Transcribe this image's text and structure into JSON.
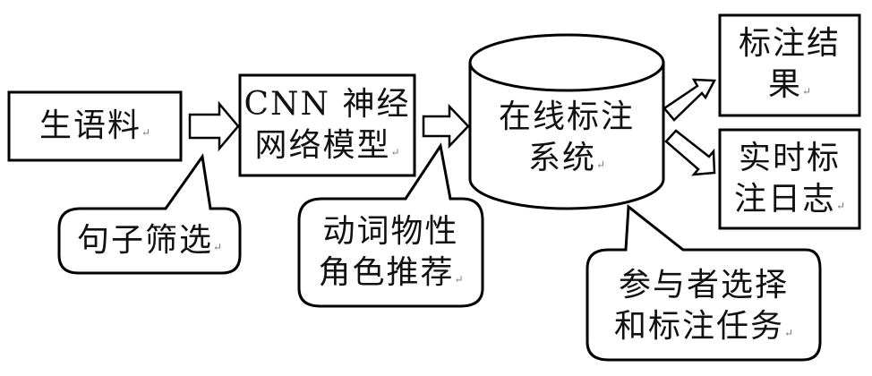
{
  "diagram": {
    "line_color": "#000000",
    "fill_color": "#ffffff",
    "paragraph_mark": "↵",
    "nodes": {
      "raw_corpus": {
        "lines": [
          "生语料"
        ]
      },
      "cnn_model": {
        "lines": [
          "CNN 神经",
          "网络模型"
        ]
      },
      "online_system": {
        "lines": [
          "在线标注",
          "系统"
        ]
      },
      "result": {
        "lines": [
          "标注结",
          "果"
        ]
      },
      "realtime_log": {
        "lines": [
          "实时标",
          "注日志"
        ]
      }
    },
    "callouts": {
      "sentence_filter": {
        "lines": [
          "句子筛选"
        ]
      },
      "role_recommend": {
        "lines": [
          "动词物性",
          "角色推荐"
        ]
      },
      "participant_task": {
        "lines": [
          "参与者选择",
          "和标注任务"
        ]
      }
    },
    "edges": [
      {
        "from": "raw_corpus",
        "to": "cnn_model"
      },
      {
        "from": "cnn_model",
        "to": "online_system"
      },
      {
        "from": "online_system",
        "to": "result"
      },
      {
        "from": "online_system",
        "to": "realtime_log"
      }
    ]
  }
}
